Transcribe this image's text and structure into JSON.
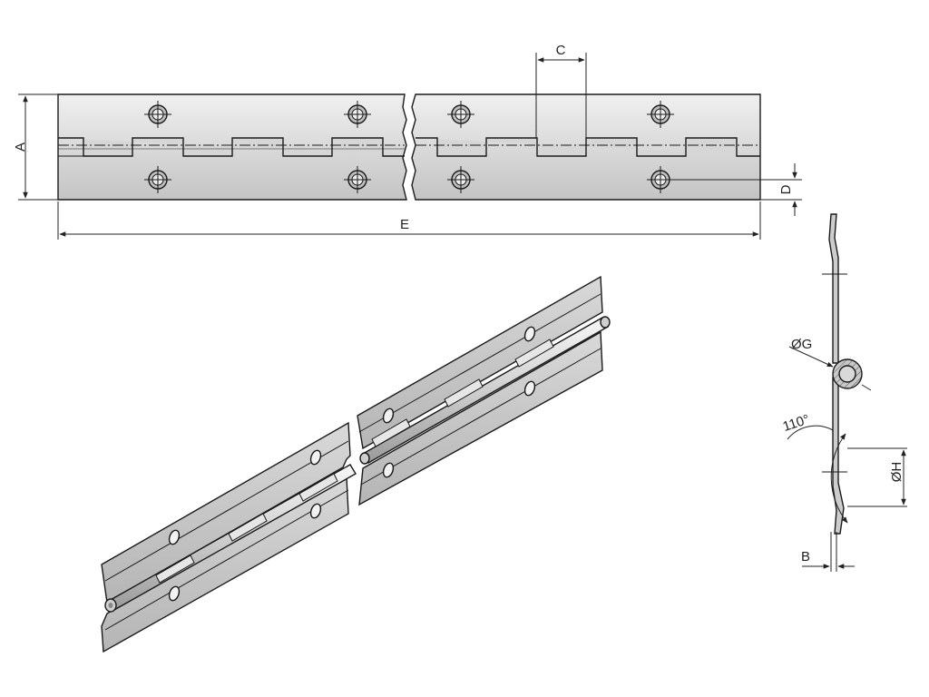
{
  "drawing": {
    "labels": {
      "a": "A",
      "b": "B",
      "c": "C",
      "d": "D",
      "e": "E",
      "g": "ØG",
      "h": "ØH",
      "angle": "110°"
    },
    "colors": {
      "line": "#1a1a1a",
      "steel_light": "#e1e1e1",
      "steel_mid": "#cfcfcf",
      "steel_dark": "#a9a9a9",
      "background": "#ffffff"
    }
  }
}
